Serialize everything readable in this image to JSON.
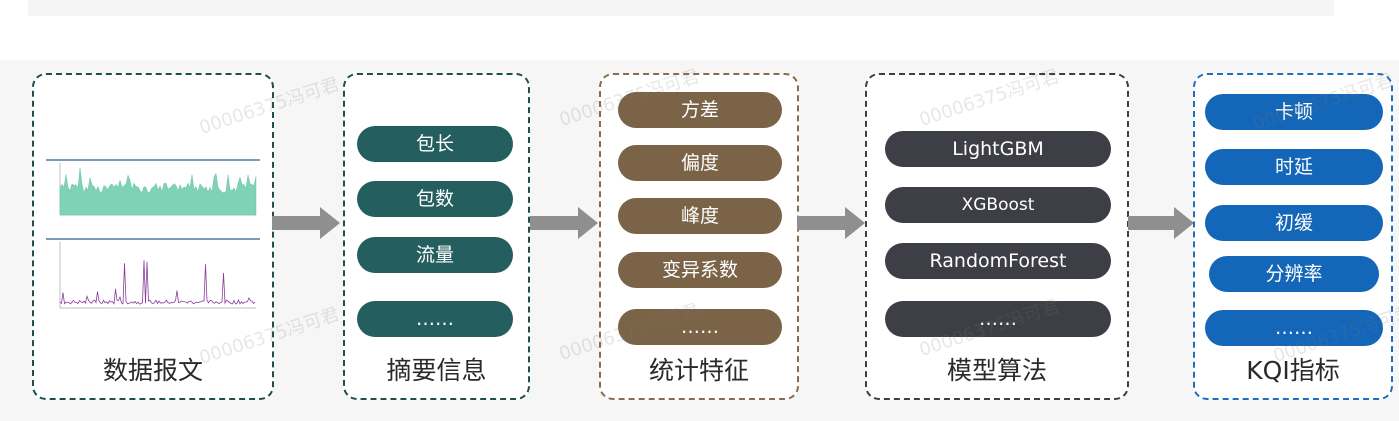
{
  "stages": [
    {
      "title": "数据报文",
      "items": []
    },
    {
      "title": "摘要信息",
      "items": [
        "包长",
        "包数",
        "流量",
        "……"
      ]
    },
    {
      "title": "统计特征",
      "items": [
        "方差",
        "偏度",
        "峰度",
        "变异系数",
        "……"
      ]
    },
    {
      "title": "模型算法",
      "items": [
        "LightGBM",
        "XGBoost",
        "RandomForest",
        "……"
      ]
    },
    {
      "title": "KQI指标",
      "items": [
        "卡顿",
        "时延",
        "初缓",
        "分辨率",
        "……"
      ]
    }
  ],
  "watermark": "00006375冯可君",
  "colors": {
    "summary": "#255e5e",
    "stats": "#7a6347",
    "model": "#3e3f46",
    "kqi": "#1466b8",
    "border_teal": "#1f4e4e",
    "border_brown": "#8a6b4b",
    "border_blue": "#1f6fbf",
    "arrow": "#8f8f8f",
    "chart_green": "#7fd2b6",
    "chart_purple": "#8c3d9e"
  }
}
